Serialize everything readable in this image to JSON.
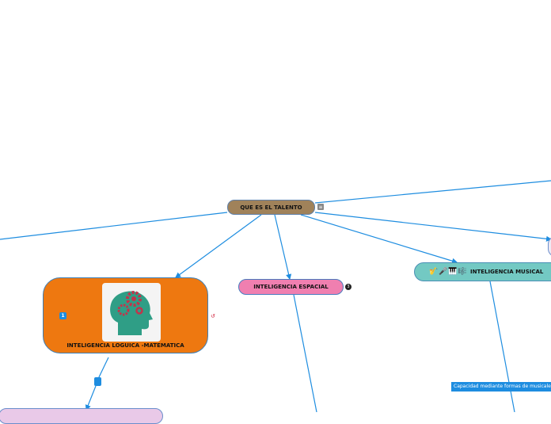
{
  "root": {
    "label": "QUE ES EL TALENTO",
    "notes_icon": "≡"
  },
  "nodes": {
    "logic": {
      "label": "INTELIGENCIA LOGUICA -MATEMATICA",
      "badge": "1",
      "image": "head-gears-icon"
    },
    "spatial": {
      "label": "INTELIGENCIA ESPACIAL",
      "marker": "3"
    },
    "musical": {
      "label": "INTELIGENCIA MUSICAL",
      "icons": "🎷🎤🎹🎼"
    }
  },
  "notes": {
    "musical_note": "Capacidad mediante formas de musicales"
  },
  "colors": {
    "root": "#a0825a",
    "logic": "#ee7810",
    "spatial": "#f07fb0",
    "musical": "#73c9c3",
    "link": "#1e8de0",
    "note": "#1e8de0"
  }
}
